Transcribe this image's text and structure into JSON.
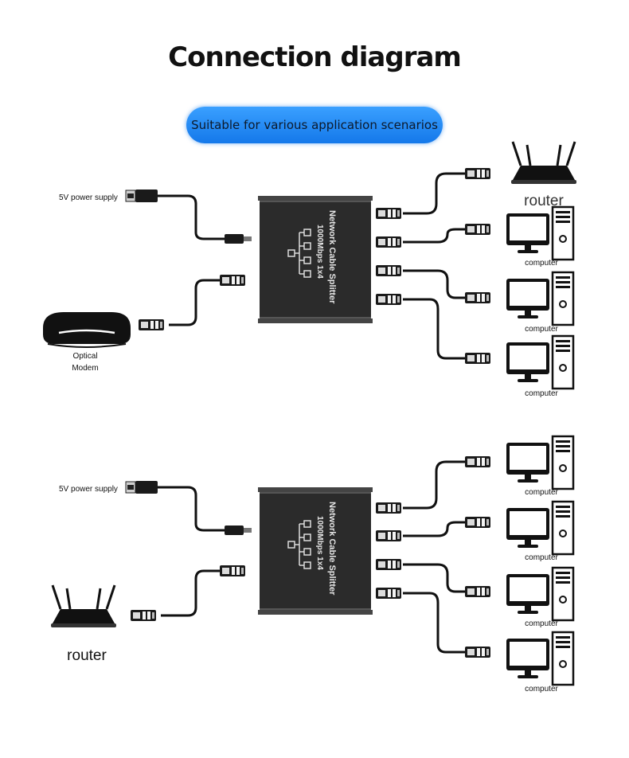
{
  "title": "Connection diagram",
  "banner": "Suitable for various application scenarios",
  "splitter": {
    "name": "Network Cable Splitter",
    "spec": "1000Mbps 1x4"
  },
  "labels": {
    "power": "5V power supply",
    "router": "router",
    "computer": "computer",
    "modem_line1": "Optical",
    "modem_line2": "Modem"
  },
  "scenarios": [
    {
      "source": "Optical Modem",
      "outputs": [
        "router",
        "computer",
        "computer",
        "computer"
      ]
    },
    {
      "source": "router",
      "outputs": [
        "computer",
        "computer",
        "computer",
        "computer"
      ]
    }
  ]
}
